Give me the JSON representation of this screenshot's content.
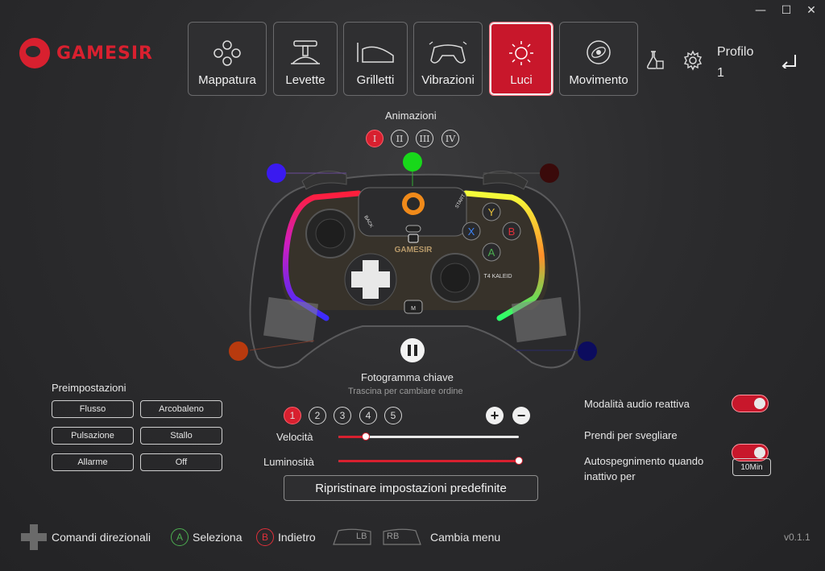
{
  "window": {
    "minimize": "—",
    "maximize": "☐",
    "close": "✕"
  },
  "brand": {
    "name": "GAMESIR",
    "color": "#d8202f"
  },
  "tabs": [
    {
      "label": "Mappatura",
      "icon": "face-buttons-icon"
    },
    {
      "label": "Levette",
      "icon": "joystick-icon"
    },
    {
      "label": "Grilletti",
      "icon": "trigger-icon"
    },
    {
      "label": "Vibrazioni",
      "icon": "vibration-icon"
    },
    {
      "label": "Luci",
      "icon": "sun-icon",
      "active": true
    },
    {
      "label": "Movimento",
      "icon": "gyro-icon"
    }
  ],
  "header": {
    "profile_line1": "Profilo",
    "profile_line2": "1"
  },
  "animations": {
    "title": "Animazioni",
    "items": [
      "I",
      "II",
      "III",
      "IV"
    ],
    "selected": "I"
  },
  "led_points": [
    {
      "name": "top-left",
      "color": "#3a1af0"
    },
    {
      "name": "top-center",
      "color": "#18d81a"
    },
    {
      "name": "top-right",
      "color": "#3a0a0a"
    },
    {
      "name": "bottom-left",
      "color": "#b83a0e"
    },
    {
      "name": "bottom-right",
      "color": "#0c0c5e"
    }
  ],
  "controller": {
    "model": "T4 KALEID",
    "brand": "GAMESIR",
    "buttons": {
      "y": "Y",
      "x": "X",
      "b": "B",
      "a": "A",
      "back": "BACK",
      "start": "START",
      "m": "M"
    }
  },
  "keyframe": {
    "title": "Fotogramma chiave",
    "hint": "Trascina per cambiare ordine",
    "frames": [
      "1",
      "2",
      "3",
      "4",
      "5"
    ],
    "selected": "1",
    "add": "+",
    "remove": "−"
  },
  "presets": {
    "title": "Preimpostazioni",
    "items": [
      "Flusso",
      "Arcobaleno",
      "Pulsazione",
      "Stallo",
      "Allarme",
      "Off"
    ]
  },
  "sliders": {
    "speed": {
      "label": "Velocità",
      "value": 0.15
    },
    "brightness": {
      "label": "Luminosità",
      "value": 1.0
    }
  },
  "reset_label": "Ripristinare impostazioni predefinite",
  "settings": {
    "audio_reactive": {
      "label": "Modalità audio reattiva",
      "on": true
    },
    "wake": {
      "label": "Prendi per svegliare",
      "on": true
    },
    "autooff": {
      "label_line1": "Autospegnimento quando",
      "label_line2": "inattivo per",
      "value": "10Min"
    }
  },
  "footer": {
    "dpad_label": "Comandi direzionali",
    "a_key": "A",
    "a_label": "Seleziona",
    "b_key": "B",
    "b_label": "Indietro",
    "lb": "LB",
    "rb": "RB",
    "menu_label": "Cambia menu",
    "version": "v0.1.1"
  },
  "colors": {
    "accent": "#d8202f",
    "a_green": "#4caf50",
    "b_red": "#e0303a",
    "x_blue": "#3b82f6",
    "y_yellow": "#e8c23a"
  }
}
